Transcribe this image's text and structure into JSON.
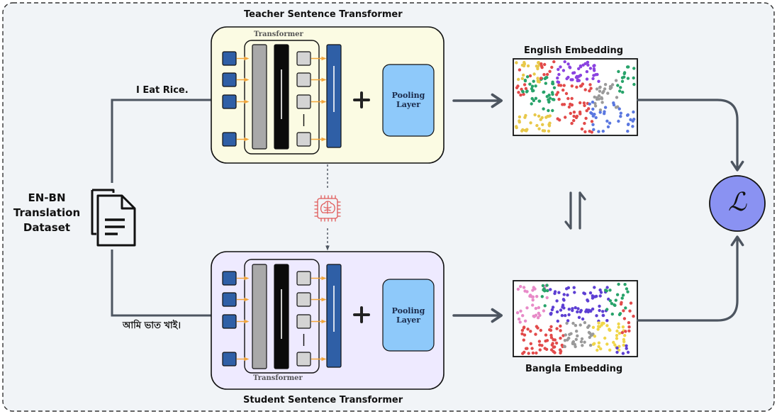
{
  "colors": {
    "background": "#f1f4f7",
    "teacher_panel": "#fbfbe3",
    "student_panel": "#eeeaff",
    "pooling_box": "#8ec9fa",
    "token_blue": "#2f5fa6",
    "arrow_orange": "#f2a53a",
    "connector_gray": "#4d5560",
    "loss_circle": "#8a92f2",
    "ai_icon": "#e05a5a"
  },
  "input": {
    "dataset_label": [
      "EN-BN",
      "Translation",
      "Dataset"
    ],
    "icon": "document-icon",
    "english_sentence": "I Eat Rice.",
    "bangla_sentence": "আমি ভাত খাই।"
  },
  "teacher": {
    "title": "Teacher Sentence Transformer",
    "transformer_label": "Transformer",
    "plus": "+",
    "pooling_label": [
      "Pooling",
      "Layer"
    ]
  },
  "student": {
    "title": "Student Sentence Transformer",
    "transformer_label": "Transformer",
    "plus": "+",
    "pooling_label": [
      "Pooling",
      "Layer"
    ]
  },
  "embeddings": {
    "english_title": "English Embedding",
    "bangla_title": "Bangla Embedding",
    "cluster_colors": [
      "#e8c84a",
      "#e24a4a",
      "#28a36a",
      "#8a42e0",
      "#9a9a9a",
      "#5b78e0",
      "#e88ac8",
      "#5d3fd3",
      "#f0d64a"
    ]
  },
  "distillation": {
    "icon": "ai-chip-icon",
    "alignment_icon": "bidirectional-arrows-icon"
  },
  "loss": {
    "symbol": "ℒ"
  }
}
